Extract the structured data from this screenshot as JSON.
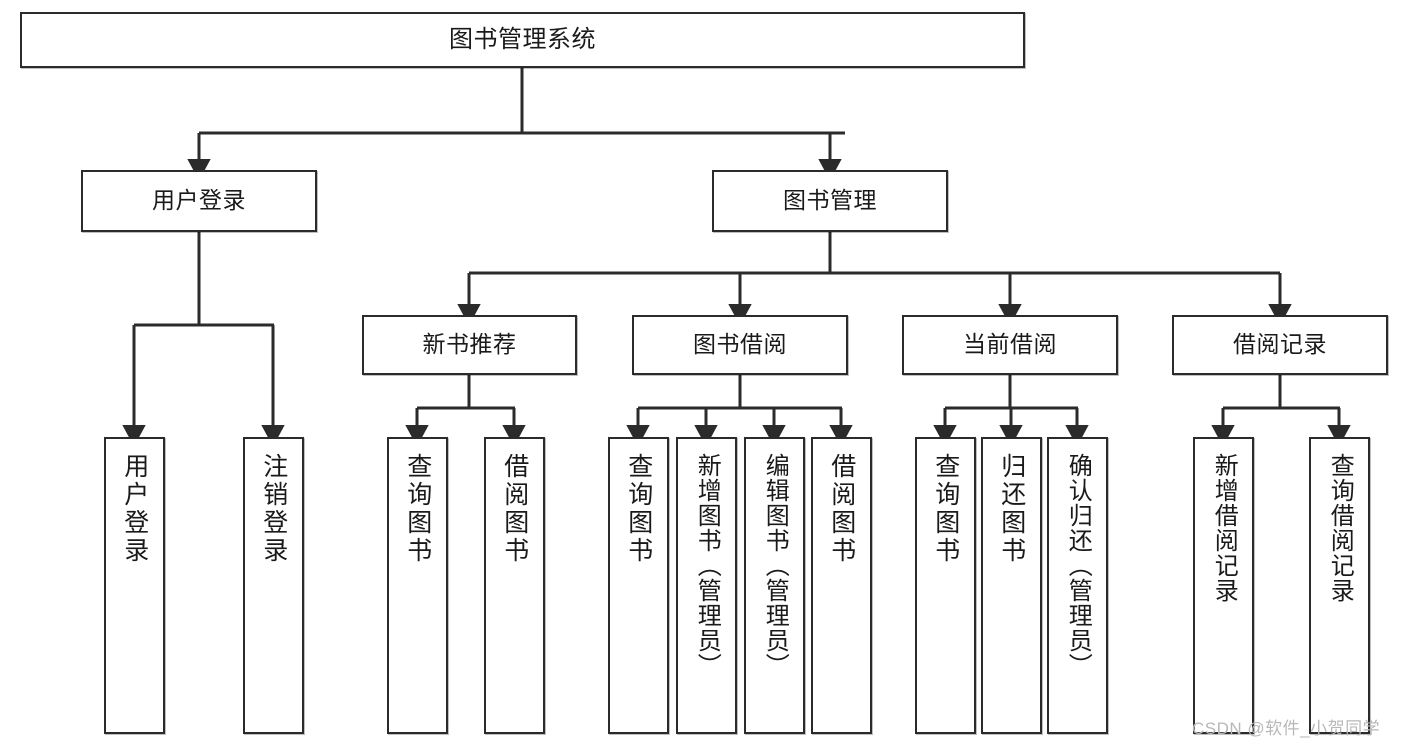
{
  "diagram": {
    "title": "图书管理系统",
    "type": "tree-hierarchy-diagram",
    "root": {
      "id": "root",
      "label": "图书管理系统"
    },
    "level2": [
      {
        "id": "user-login",
        "label": "用户登录"
      },
      {
        "id": "book-management",
        "label": "图书管理"
      }
    ],
    "level3": [
      {
        "id": "new-book-recommend",
        "label": "新书推荐",
        "parent": "book-management"
      },
      {
        "id": "book-borrow",
        "label": "图书借阅",
        "parent": "book-management"
      },
      {
        "id": "current-borrow",
        "label": "当前借阅",
        "parent": "book-management"
      },
      {
        "id": "borrow-record",
        "label": "借阅记录",
        "parent": "book-management"
      }
    ],
    "leaves": [
      {
        "id": "leaf-user-login",
        "label": "用户登录",
        "parent": "user-login"
      },
      {
        "id": "leaf-logout-login",
        "label": "注销登录",
        "parent": "user-login"
      },
      {
        "id": "leaf-query-book-1",
        "label": "查询图书",
        "parent": "new-book-recommend"
      },
      {
        "id": "leaf-borrow-book-1",
        "label": "借阅图书",
        "parent": "new-book-recommend"
      },
      {
        "id": "leaf-query-book-2",
        "label": "查询图书",
        "parent": "book-borrow"
      },
      {
        "id": "leaf-add-book",
        "label": "新增图书（管理员）",
        "parent": "book-borrow"
      },
      {
        "id": "leaf-edit-book",
        "label": "编辑图书（管理员）",
        "parent": "book-borrow"
      },
      {
        "id": "leaf-borrow-book-2",
        "label": "借阅图书",
        "parent": "book-borrow"
      },
      {
        "id": "leaf-query-book-3",
        "label": "查询图书",
        "parent": "current-borrow"
      },
      {
        "id": "leaf-return-book",
        "label": "归还图书",
        "parent": "current-borrow"
      },
      {
        "id": "leaf-confirm-return",
        "label": "确认归还（管理员）",
        "parent": "current-borrow"
      },
      {
        "id": "leaf-add-record",
        "label": "新增借阅记录",
        "parent": "borrow-record"
      },
      {
        "id": "leaf-query-record",
        "label": "查询借阅记录",
        "parent": "borrow-record"
      }
    ]
  },
  "watermark": {
    "text": "CSDN @软件_小贺同学"
  },
  "colors": {
    "stroke": "#2b2b2b",
    "text": "#1a1a1a",
    "background": "#ffffff",
    "watermark": "#b8b8b8"
  }
}
